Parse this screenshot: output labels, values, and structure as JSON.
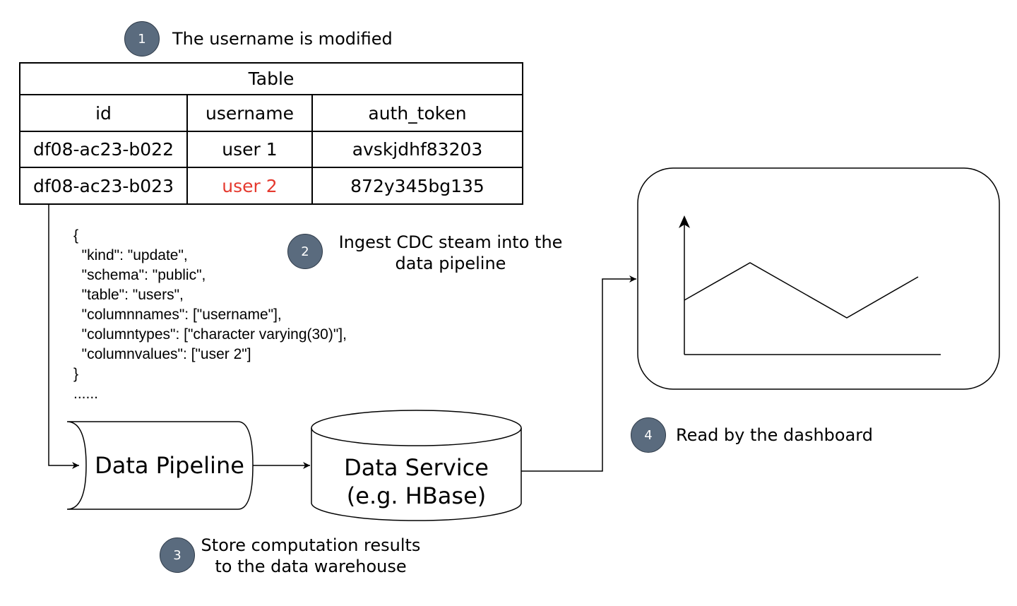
{
  "steps": [
    {
      "number": "1",
      "text": "The username is modified"
    },
    {
      "number": "2",
      "text_line1": "Ingest CDC  steam into the",
      "text_line2": "data pipeline"
    },
    {
      "number": "3",
      "text_line1": "Store computation results",
      "text_line2": "to the data warehouse"
    },
    {
      "number": "4",
      "text": "Read by the dashboard"
    }
  ],
  "table": {
    "title": "Table",
    "columns": [
      "id",
      "username",
      "auth_token"
    ],
    "rows": [
      [
        "df08-ac23-b022",
        "user 1",
        "avskjdhf83203"
      ],
      [
        "df08-ac23-b023",
        "user 2",
        "872y345bg135"
      ]
    ]
  },
  "cdc_event": {
    "lines": [
      "{",
      "  \"kind\": \"update\",",
      "  \"schema\": \"public\",",
      "  \"table\": \"users\",",
      "  \"columnnames\": [\"username\"],",
      "  \"columntypes\": [\"character varying(30)\"],",
      "  \"columnvalues\": [\"user 2\"]",
      "}",
      "......"
    ]
  },
  "nodes": {
    "data_pipeline": "Data Pipeline",
    "data_service_line1": "Data Service",
    "data_service_line2": "(e.g. HBase)"
  },
  "colors": {
    "badge_fill": "#5a6b7e",
    "highlight": "#e53a2f"
  }
}
